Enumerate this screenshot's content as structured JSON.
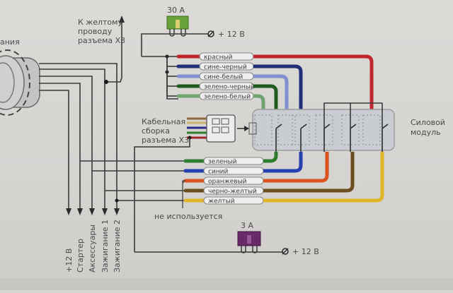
{
  "diagram": {
    "ignition_switch_label_fragment": "ания",
    "yellow_wire_note": [
      "К желтому",
      "проводу",
      "разъема X3"
    ],
    "cable_assembly_label": [
      "Кабельная",
      "сборка",
      "разъема X3"
    ],
    "power_module_label": [
      "Силовой",
      "модуль"
    ],
    "not_used_label": "не используется",
    "fuse_top": {
      "rating": "30 A",
      "supply": "+ 12 В",
      "color": "#6aa33a"
    },
    "fuse_bottom": {
      "rating": "3 A",
      "supply": "+ 12 В",
      "color": "#6a2a6a"
    },
    "top_wires": [
      {
        "label": "красный",
        "color": "#c0262d"
      },
      {
        "label": "сине-черный",
        "color": "#1f2f7a"
      },
      {
        "label": "сине-белый",
        "color": "#7f8fd0"
      },
      {
        "label": "зелено-черный",
        "color": "#1f5a1f"
      },
      {
        "label": "зелено-белый",
        "color": "#6fa36f"
      }
    ],
    "bottom_wires": [
      {
        "label": "зеленый",
        "color": "#2e7d2e"
      },
      {
        "label": "синий",
        "color": "#2440b0"
      },
      {
        "label": "оранжевый",
        "color": "#d9531e"
      },
      {
        "label": "черно-желтый",
        "color": "#6b4e1e"
      },
      {
        "label": "желтый",
        "color": "#e0b52a"
      }
    ],
    "outputs": [
      "+12 В",
      "Стартер",
      "Аксессуары",
      "Зажигание 1",
      "Зажигание 2"
    ]
  }
}
